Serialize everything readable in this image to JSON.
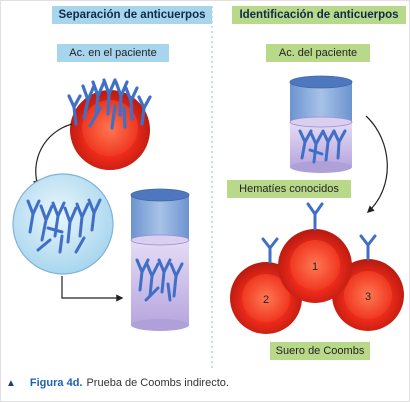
{
  "left_panel": {
    "header": "Separación de anticuerpos",
    "label_top": "Ac. en el paciente"
  },
  "right_panel": {
    "header": "Identificación de anticuerpos",
    "label_top": "Ac. del paciente",
    "label_mid": "Hematíes conocidos",
    "label_bottom": "Suero de Coombs"
  },
  "cells": {
    "cell_1": "1",
    "cell_2": "2",
    "cell_3": "3"
  },
  "caption": {
    "figure_label": "Figura 4d.",
    "text": "Prueba de Coombs indirecto."
  },
  "colors": {
    "antibody": "#3f6fc6",
    "cell_red": "#e8261c",
    "tube_top": "#5b84c6",
    "liquid": "#c8b8e6",
    "header_blue": "#a8d5ee",
    "label_green": "#b9d98a"
  }
}
